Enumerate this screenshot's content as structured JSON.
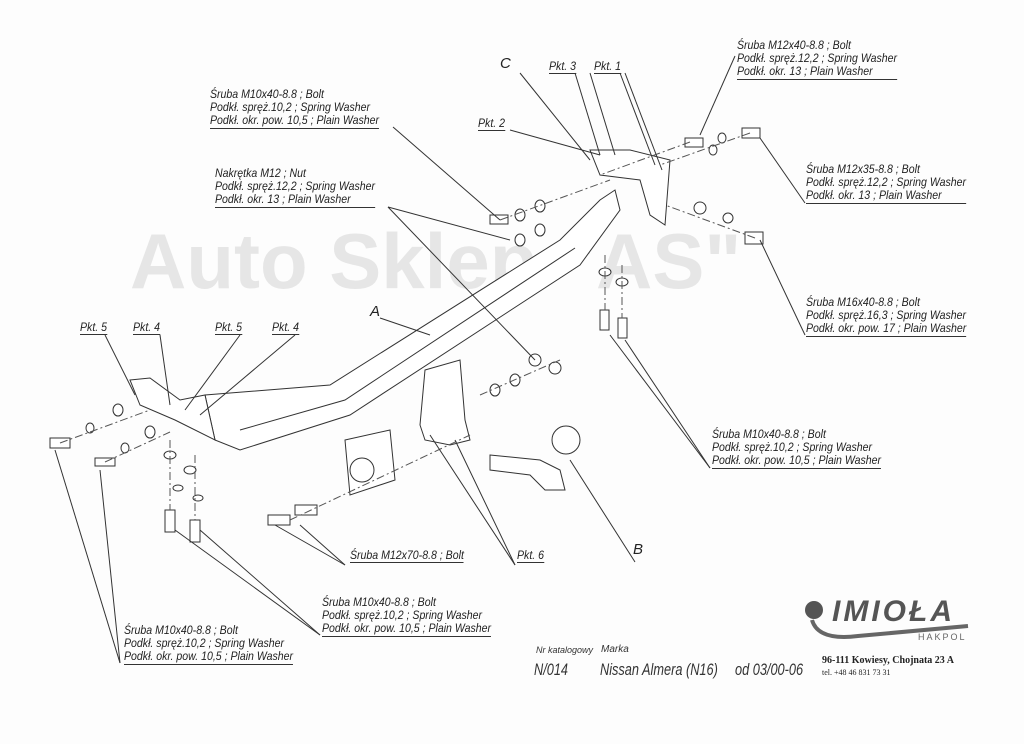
{
  "watermark": "Auto Sklep \"AS\"",
  "parts": {
    "a": "A",
    "b": "B",
    "c": "C"
  },
  "points": {
    "pkt1": "Pkt. 1",
    "pkt2": "Pkt. 2",
    "pkt3": "Pkt. 3",
    "pkt4": "Pkt. 4",
    "pkt5": "Pkt. 5",
    "pkt6": "Pkt. 6"
  },
  "callouts": {
    "top_left": [
      "Śruba M10x40-8.8 ;  Bolt",
      "Podkł. spręż.10,2 ; Spring Washer",
      "Podkł. okr. pow. 10,5 ; Plain Washer"
    ],
    "nut": [
      "Nakrętka  M12 ; Nut",
      "Podkł. spręż.12,2 ; Spring Washer",
      "Podkł. okr. 13 ; Plain Washer"
    ],
    "top_right": [
      "Śruba M12x40-8.8 ;  Bolt",
      "Podkł. spręż.12,2 ; Spring Washer",
      "Podkł. okr. 13 ; Plain Washer"
    ],
    "right_m12x35": [
      "Śruba M12x35-8.8 ;  Bolt",
      "Podkł. spręż.12,2 ; Spring Washer",
      "Podkł. okr. 13 ; Plain Washer"
    ],
    "right_m16x40": [
      "Śruba M16x40-8.8 ;  Bolt",
      "Podkł. spręż.16,3 ; Spring Washer",
      "Podkł. okr. pow. 17 ; Plain Washer"
    ],
    "right_m10x40": [
      "Śruba M10x40-8.8 ;  Bolt",
      "Podkł. spręż.10,2 ; Spring Washer",
      "Podkł. okr. pow. 10,5 ; Plain Washer"
    ],
    "m12x70": "Śruba M12x70-8.8 ;  Bolt",
    "bottom_mid": [
      "Śruba M10x40-8.8 ;  Bolt",
      "Podkł. spręż.10,2 ; Spring Washer",
      "Podkł. okr. pow. 10,5 ; Plain Washer"
    ],
    "bottom_left": [
      "Śruba M10x40-8.8 ;  Bolt",
      "Podkł. spręż.10,2 ; Spring Washer",
      "Podkł. okr. pow. 10,5 ; Plain Washer"
    ]
  },
  "footer": {
    "catalog_label": "Nr katalogowy",
    "catalog_value": "N/014",
    "make_label": "Marka",
    "make_value": "Nissan Almera (N16)",
    "date": "od  03/00-06",
    "brand": "IMIOŁA",
    "brand_sub": "HAKPOL",
    "address": "96-111 Kowiesy, Chojnata 23 A",
    "phone": "tel. +48 46 831 73 31"
  }
}
